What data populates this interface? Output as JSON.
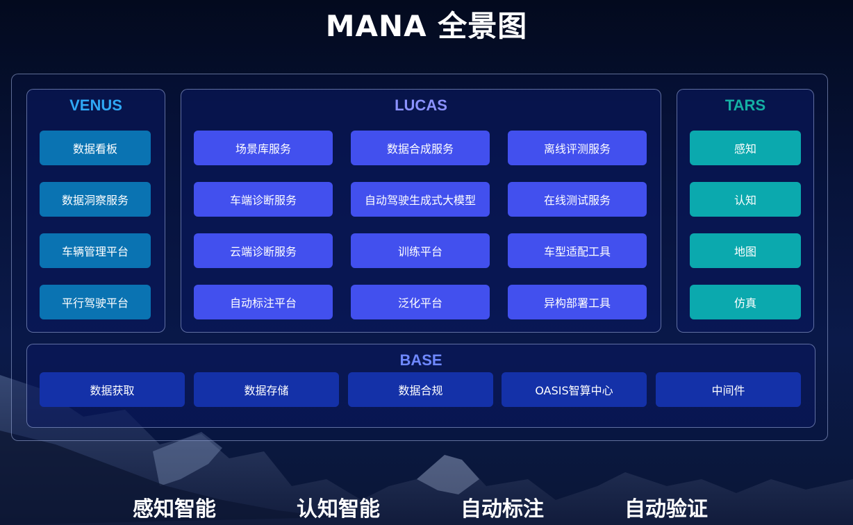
{
  "title": "MANA 全景图",
  "colors": {
    "venus_title": "#2fa8f5",
    "lucas_title": "#8c92ff",
    "tars_title": "#14b0a4",
    "base_title": "#6f88ff",
    "venus_button": "#0a73b2",
    "lucas_button": "#4250ee",
    "tars_button": "#0ba9ae",
    "base_button": "#1431a8"
  },
  "venus": {
    "title": "VENUS",
    "items": [
      "数据看板",
      "数据洞察服务",
      "车辆管理平台",
      "平行驾驶平台"
    ]
  },
  "lucas": {
    "title": "LUCAS",
    "items": [
      "场景库服务",
      "数据合成服务",
      "离线评测服务",
      "车端诊断服务",
      "自动驾驶生成式大模型",
      "在线测试服务",
      "云端诊断服务",
      "训练平台",
      "车型适配工具",
      "自动标注平台",
      "泛化平台",
      "异构部署工具"
    ]
  },
  "tars": {
    "title": "TARS",
    "items": [
      "感知",
      "认知",
      "地图",
      "仿真"
    ]
  },
  "base": {
    "title": "BASE",
    "items": [
      "数据获取",
      "数据存储",
      "数据合规",
      "OASIS智算中心",
      "中间件"
    ]
  },
  "captions": [
    "感知智能",
    "认知智能",
    "自动标注",
    "自动验证"
  ]
}
